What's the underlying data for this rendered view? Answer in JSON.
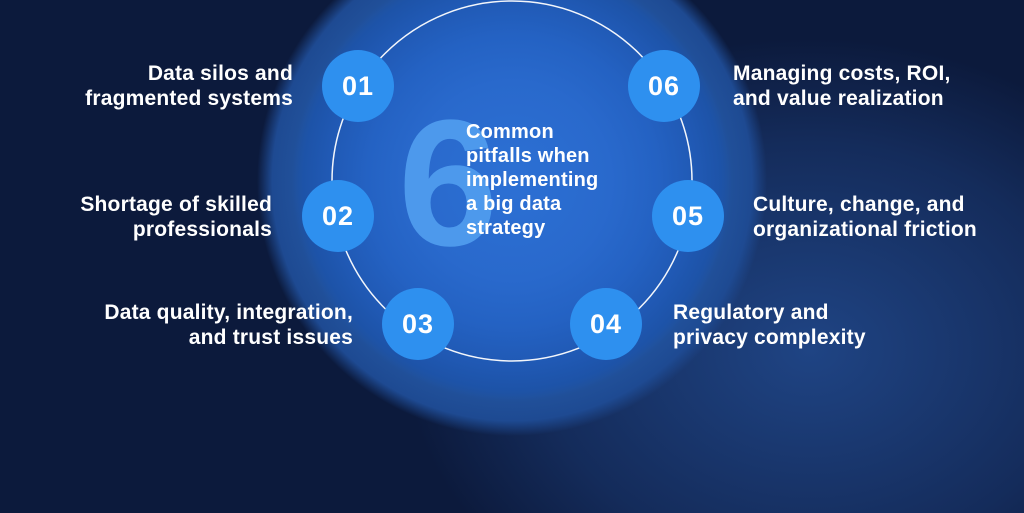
{
  "center": {
    "big_number": "6",
    "title_lines": [
      "Common",
      "pitfalls when",
      "implementing",
      "a big data",
      "strategy"
    ],
    "title_text": "Common pitfalls when implementing a big data strategy"
  },
  "items": [
    {
      "number": "01",
      "side": "left",
      "lines": [
        "Data silos and",
        "fragmented systems"
      ]
    },
    {
      "number": "02",
      "side": "left",
      "lines": [
        "Shortage of skilled",
        "professionals"
      ]
    },
    {
      "number": "03",
      "side": "left",
      "lines": [
        "Data quality, integration,",
        "and trust issues"
      ]
    },
    {
      "number": "04",
      "side": "right",
      "lines": [
        "Regulatory and",
        "privacy complexity"
      ]
    },
    {
      "number": "05",
      "side": "right",
      "lines": [
        "Culture, change, and",
        "organizational friction"
      ]
    },
    {
      "number": "06",
      "side": "right",
      "lines": [
        "Managing costs, ROI,",
        "and value realization"
      ]
    }
  ],
  "colors": {
    "background": "#0c1a3c",
    "glow": "#1f4484",
    "halo": "#22549f",
    "disc_center": "#2c70d4",
    "disc_edge": "#1d53a8",
    "ring": "#ffffff",
    "node": "#2e90ef",
    "big_number": "#4d99ec",
    "text": "#ffffff"
  }
}
